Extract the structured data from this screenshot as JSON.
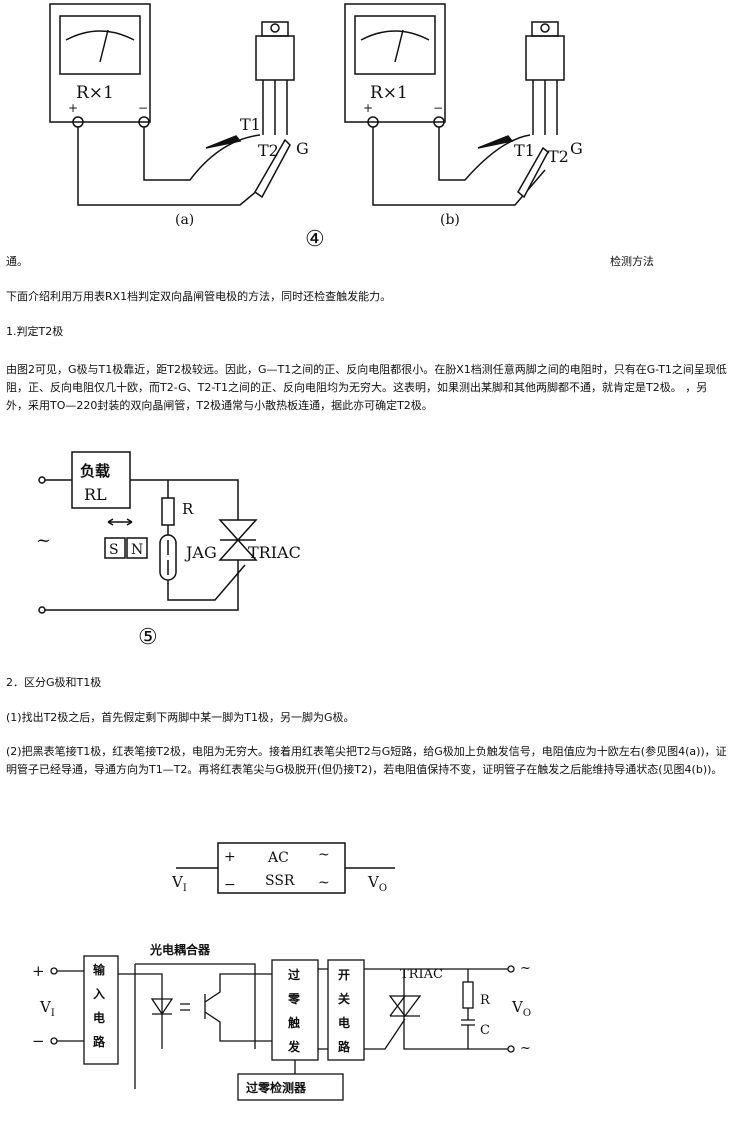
{
  "figure4": {
    "meter_scale": "R×1",
    "plus": "+",
    "minus": "−",
    "pin_labels_a": [
      "T1",
      "T2",
      "G"
    ],
    "pin_labels_b": [
      "T1",
      "T2",
      "G"
    ],
    "caption_a": "(a)",
    "caption_b": "(b)",
    "number": "④"
  },
  "text": {
    "line_tail": "通。",
    "side_heading": "检测方法",
    "intro": "下面介绍利用万用表RX1档判定双向晶闸管电极的方法，同时还检查触发能力。",
    "section1_title": "1.判定T2极",
    "section1_body": "由图2可见，G极与T1极靠近，距T2极较远。因此，G—T1之间的正、反向电阻都很小。在朌X1档测任意两脚之间的电阻时，只有在G-T1之间呈现低阻，正、反向电阻仅几十欧，而T2-G、T2-T1之间的正、反向电阻均为无穷大。这表明，如果测出某脚和其他两脚都不通，就肯定是T2极。 ，另外，采用TO—220封装的双向晶闸管，T2极通常与小散热板连通，据此亦可确定T2极。",
    "section2_title": "2．区分G极和T1极",
    "step1": "(1)找出T2极之后，首先假定剩下两脚中某一脚为T1极，另一脚为G极。",
    "step2": "(2)把黑表笔接T1极，红表笔接T2极，电阻为无穷大。接着用红表笔尖把T2与G短路，给G极加上负触发信号，电阻值应为十欧左右(参见图4(a))，证明管子已经导通，导通方向为T1—T2。再将红表笔尖与G极脱开(但仍接T2)，若电阻值保持不变，证明管子在触发之后能维持导通状态(见图4(b))。"
  },
  "figure5": {
    "load_line1": "负载",
    "load_line2": "RL",
    "resistor": "R",
    "ac_symbol": "~",
    "magnet_s": "S",
    "magnet_n": "N",
    "reed": "JAG",
    "triac": "TRIAC",
    "number": "⑤"
  },
  "ssr": {
    "plus": "+",
    "minus": "−",
    "ac": "AC",
    "ssr": "SSR",
    "tilde": "~",
    "vi": "V",
    "vi_sub": "I",
    "vo": "V",
    "vo_sub": "O"
  },
  "ssr_block": {
    "plus": "+",
    "minus": "−",
    "vi": "V",
    "vi_sub": "I",
    "optocoupler": "光电耦合器",
    "input_circuit": [
      "输",
      "入",
      "电",
      "路"
    ],
    "zero_trigger": [
      "过",
      "零",
      "触",
      "发"
    ],
    "switch_circuit": [
      "开",
      "关",
      "电",
      "路"
    ],
    "zero_detector": "过零检测器",
    "triac": "TRIAC",
    "r": "R",
    "c": "C",
    "vo": "V",
    "vo_sub": "O",
    "tilde": "~"
  }
}
